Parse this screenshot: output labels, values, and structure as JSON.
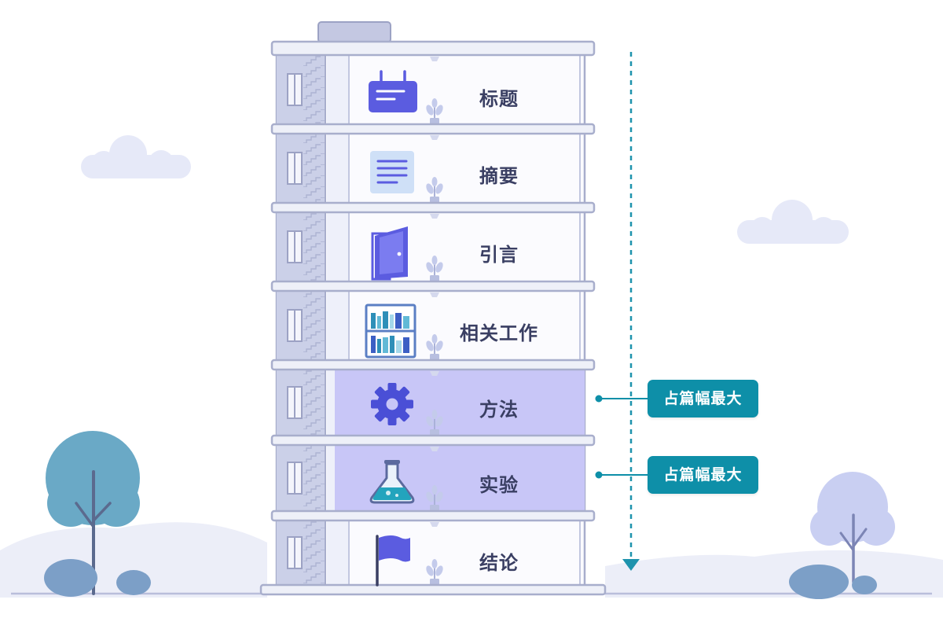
{
  "floors": [
    {
      "label": "标题",
      "icon": "title-board-icon",
      "highlighted": false
    },
    {
      "label": "摘要",
      "icon": "document-lines-icon",
      "highlighted": false
    },
    {
      "label": "引言",
      "icon": "open-door-icon",
      "highlighted": false
    },
    {
      "label": "相关工作",
      "icon": "bookshelf-icon",
      "highlighted": false
    },
    {
      "label": "方法",
      "icon": "gear-icon",
      "highlighted": true
    },
    {
      "label": "实验",
      "icon": "flask-icon",
      "highlighted": true
    },
    {
      "label": "结论",
      "icon": "flag-icon",
      "highlighted": false
    }
  ],
  "callouts": {
    "method": "占篇幅最大",
    "experiment": "占篇幅最大"
  },
  "colors": {
    "building_fill": "#fbfbfe",
    "building_outline": "#a8aecc",
    "highlight": "#c8c6f7",
    "stair_column": "#c9cde5",
    "accent_purple": "#5b5ce0",
    "callout_teal": "#0e8fa8",
    "ground": "#dfe2f2",
    "tree_teal": "#6aa9c6",
    "tree_lavender": "#c9cff2",
    "cloud": "#e6e9f8"
  }
}
